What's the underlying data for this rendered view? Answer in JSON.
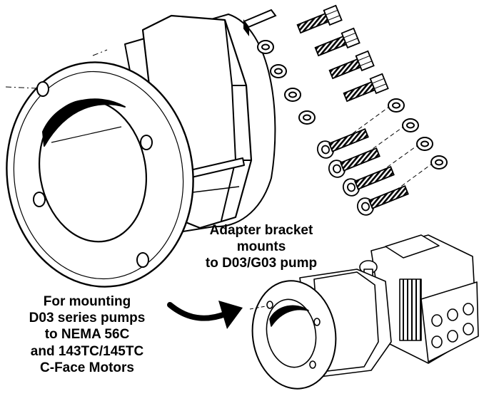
{
  "captions": {
    "bracket": [
      "Adapter bracket",
      "mounts",
      "to D03/G03 pump"
    ],
    "mounting": [
      "For mounting",
      "D03 series pumps",
      "to NEMA 56C",
      "and 143TC/145TC",
      "C-Face Motors"
    ]
  },
  "colors": {
    "ink": "#000000",
    "paper": "#ffffff"
  },
  "icons": {
    "arrow": "curved-arrow-icon"
  }
}
